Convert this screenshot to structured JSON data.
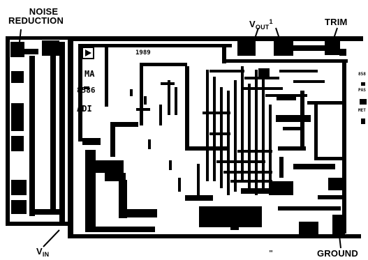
{
  "labels": {
    "noise_reduction_line1": "NOISE",
    "noise_reduction_line2": "REDUCTION",
    "vout_main": "V",
    "vout_sub": "OUT",
    "vout_sup": "1",
    "trim": "TRIM",
    "vin_main": "V",
    "vin_sub": "IN",
    "ground": "GROUND"
  },
  "die_markings": {
    "date_code": "1989",
    "part_number": "8586",
    "maker": "ADI",
    "logo": "MA",
    "right_edge_1": "858",
    "right_edge_2": "PAS",
    "right_edge_3": "MET",
    "bottom_mark": "\""
  },
  "colors": {
    "metal": "#000000",
    "background": "#ffffff"
  }
}
